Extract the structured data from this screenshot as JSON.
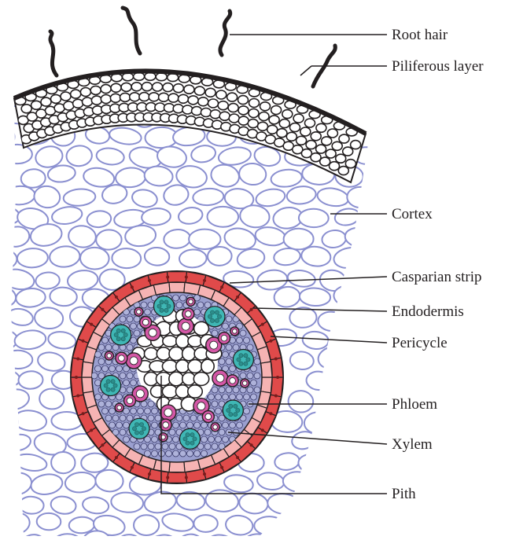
{
  "diagram": {
    "labels": {
      "root_hair": "Root hair",
      "piliferous_layer": "Piliferous layer",
      "cortex": "Cortex",
      "casparian_strip": "Casparian strip",
      "endodermis": "Endodermis",
      "pericycle": "Pericycle",
      "phloem": "Phloem",
      "xylem": "Xylem",
      "pith": "Pith"
    },
    "colors": {
      "outline": "#231f20",
      "cortex_stroke": "#8a8fd0",
      "stele_fill": "#9a9fcf",
      "endodermis_fill": "#e04a4a",
      "pericycle_fill": "#f6b3b3",
      "xylem_fill": "#d457a6",
      "phloem_fill": "#3fb7b5",
      "pith_fill": "#ffffff",
      "leader_line": "#231f20"
    }
  }
}
